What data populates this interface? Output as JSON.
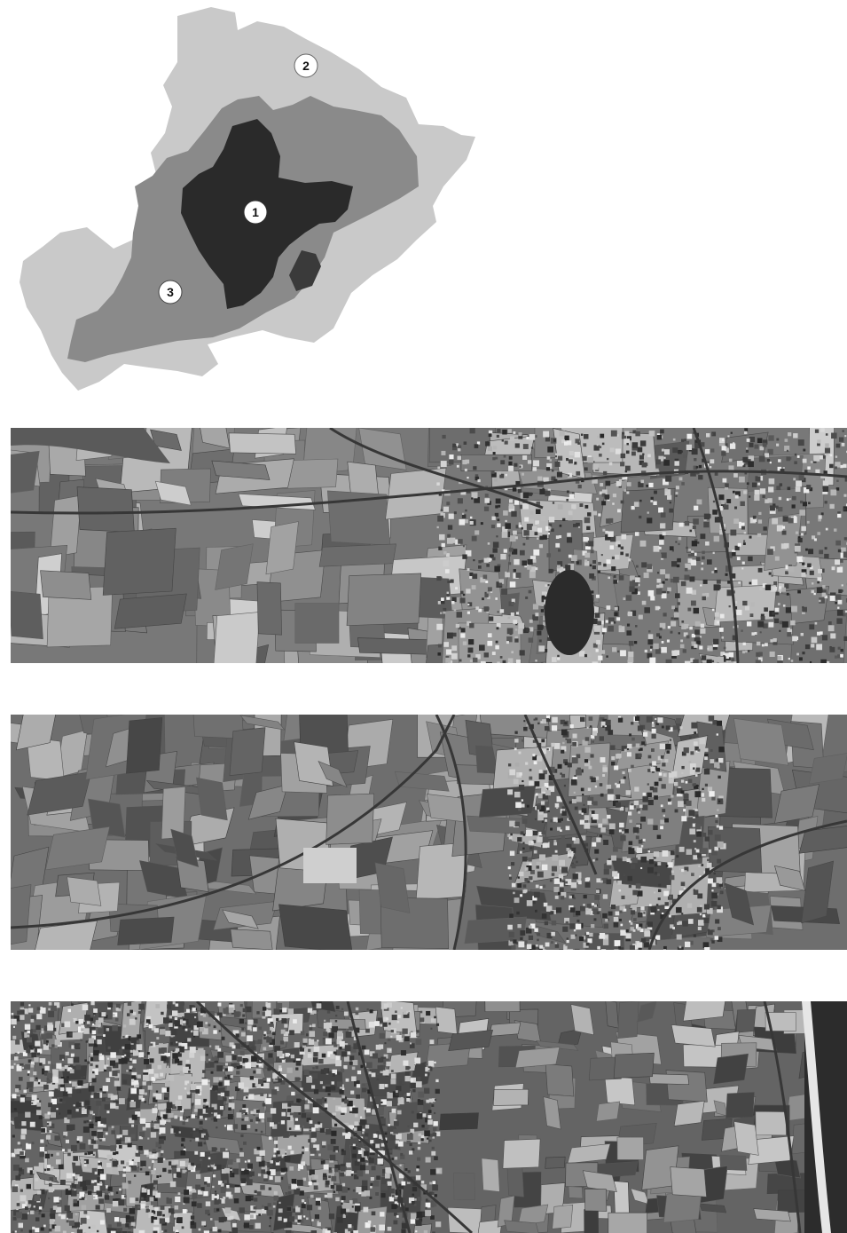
{
  "zones": [
    {
      "id": "1",
      "label": "1",
      "fill": "#2a2a2a"
    },
    {
      "id": "2",
      "label": "2",
      "fill": "#c9c9c9"
    },
    {
      "id": "3",
      "label": "3",
      "fill": "#8a8a8a"
    }
  ],
  "photos": [
    {
      "name": "aerial-photo-zone-1"
    },
    {
      "name": "aerial-photo-zone-2"
    },
    {
      "name": "aerial-photo-zone-3"
    }
  ]
}
